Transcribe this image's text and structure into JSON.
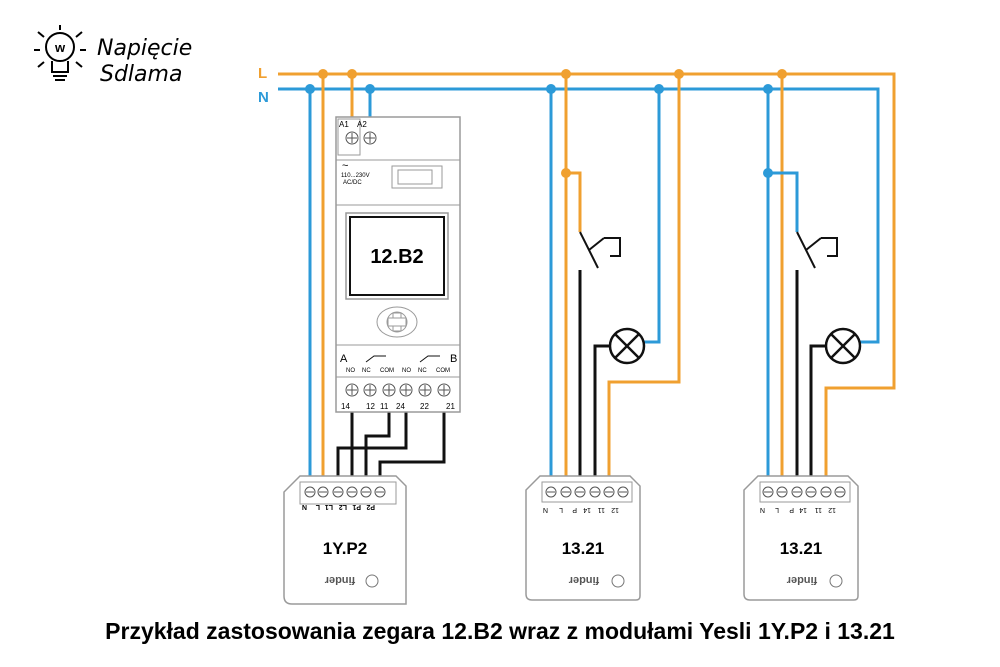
{
  "logo": {
    "line1": "Napięcie",
    "line2": "Sdlama",
    "bulb_letter": "w"
  },
  "rails": {
    "live": "L",
    "neutral": "N"
  },
  "colors": {
    "live": "#f0a030",
    "neutral": "#2c9ad8",
    "control": "#111111",
    "outline": "#9a9a9a"
  },
  "timer": {
    "model": "12.B2",
    "supply_terminals": [
      "A1",
      "A2"
    ],
    "supply_label": "110...230V",
    "supply_label2": "AC/DC",
    "channel_a": "A",
    "channel_b": "B",
    "contact_labels": [
      "NO",
      "NC",
      "COM",
      "NO",
      "NC",
      "COM"
    ],
    "terminal_numbers": [
      "14",
      "12",
      "11",
      "24",
      "22",
      "21"
    ]
  },
  "modules": [
    {
      "model": "1Y.P2",
      "brand": "finder",
      "terminal_labels": [
        "N",
        "L",
        "L1",
        "L2",
        "P1",
        "P2"
      ]
    },
    {
      "model": "13.21",
      "brand": "finder",
      "terminal_labels": [
        "N",
        "L",
        "P",
        "14",
        "11",
        "12"
      ]
    },
    {
      "model": "13.21",
      "brand": "finder",
      "terminal_labels": [
        "N",
        "L",
        "P",
        "14",
        "11",
        "12"
      ]
    }
  ],
  "caption": "Przykład zastosowania zegara 12.B2 wraz z modułami Yesli 1Y.P2 i 13.21"
}
